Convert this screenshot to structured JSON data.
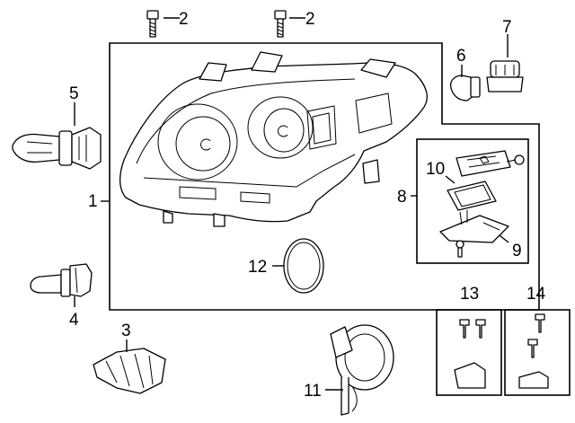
{
  "callouts": {
    "c1": "1",
    "c2a": "2",
    "c2b": "2",
    "c3": "3",
    "c4": "4",
    "c5": "5",
    "c6": "6",
    "c7": "7",
    "c8": "8",
    "c9": "9",
    "c10": "10",
    "c11": "11",
    "c12": "12",
    "c13": "13",
    "c14": "14"
  }
}
